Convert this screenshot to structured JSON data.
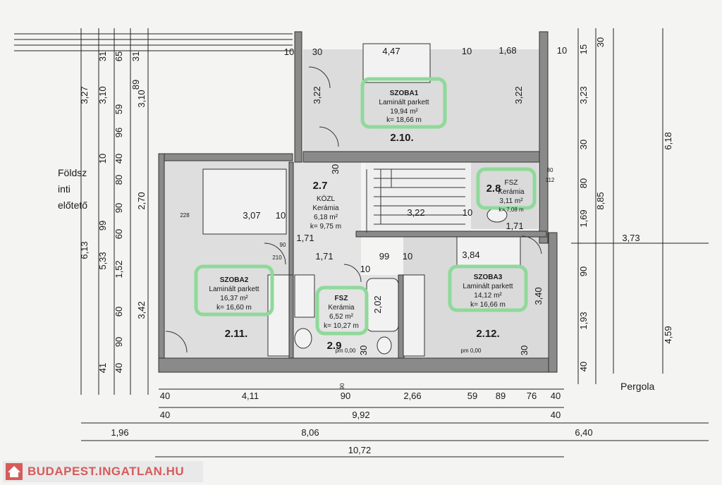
{
  "colors": {
    "highlight": "#8fd99a",
    "wall": "#555555",
    "floor": "#dcdcdc",
    "line": "#222222",
    "watermark": "#d85a5a"
  },
  "rooms": {
    "szoba1": {
      "name": "SZOBA1",
      "floor": "Laminált parkett",
      "area": "19,94 m²",
      "perimeter": "k= 18,66 m",
      "number": "2.10."
    },
    "szoba2": {
      "name": "SZOBA2",
      "floor": "Laminált parkett",
      "area": "16,37 m²",
      "perimeter": "k= 16,60 m",
      "number": "2.11."
    },
    "szoba3": {
      "name": "SZOBA3",
      "floor": "Laminált parkett",
      "area": "14,12 m²",
      "perimeter": "k= 16,66 m",
      "number": "2.12."
    },
    "kozl": {
      "number": "2.7",
      "name": "KÖZL",
      "floor": "Kerámia",
      "area": "6,18 m²",
      "perimeter": "k= 9,75 m"
    },
    "fsz_small": {
      "number": "2.8",
      "name": "FSZ",
      "floor": "Kerámia",
      "area": "3,11 m²",
      "perimeter": "k= 7,08 m"
    },
    "fsz_bath": {
      "number": "2.9",
      "name": "FSZ",
      "floor": "Kerámia",
      "area": "6,52 m²",
      "perimeter": "k= 10,27 m"
    }
  },
  "side_labels": {
    "foldszint_line1": "Földsz",
    "foldszint_line2": "inti",
    "foldszint_line3": "előtető",
    "pergola": "Pergola"
  },
  "dims_bottom": {
    "row1": [
      "40",
      "4,11",
      "90",
      "2,66",
      "59",
      "89",
      "76",
      "40"
    ],
    "row2_left": "40",
    "row2_mid": "9,92",
    "row2_right": "40",
    "row3_left": "1,96",
    "row3_mid": "8,06",
    "row3_right": "6,40",
    "row4": "10,72"
  },
  "dims_left": {
    "col1": [
      "3,27",
      "6,13"
    ],
    "col2": [
      "3,10",
      "5,33"
    ],
    "col3": [
      "31",
      "10",
      "1,52",
      "41"
    ],
    "col4": [
      "65",
      "59",
      "96",
      "40",
      "80",
      "90",
      "99",
      "60",
      "60",
      "90",
      "40"
    ],
    "col5": [
      "31",
      "89",
      "3,10",
      "2,70",
      "3,42"
    ]
  },
  "dims_right": {
    "col1": [
      "15",
      "3,23",
      "30",
      "80",
      "1,69",
      "3,40"
    ],
    "col2": [
      "30",
      "8,85",
      "90",
      "1,93",
      "40"
    ],
    "col3": [
      "6,18",
      "4,59"
    ],
    "h1": "3,73"
  },
  "dims_inner": {
    "top_447": "4,47",
    "top_10a": "10",
    "top_30": "30",
    "top_10b": "10",
    "top_168": "1,68",
    "top_10c": "10",
    "szoba1_v": "3,22",
    "szoba1_v2": "3,22",
    "szoba2_307": "3,07",
    "szoba2_10": "10",
    "stair_322": "3,22",
    "stair_10": "10",
    "stair_30": "30",
    "hall_171a": "1,71",
    "hall_171b": "1,71",
    "hall_171c": "1,71",
    "hall_099": "99",
    "hall_10": "10",
    "szoba3_384": "3,84",
    "szoba3_30": "30",
    "bath_202": "2,02",
    "bath_30": "30",
    "bath_10": "10",
    "bath_90": "90",
    "door_90": "90",
    "door_210": "210",
    "door_228": "228",
    "door_80": "80",
    "door_112": "112"
  },
  "levels": {
    "szoba3": "pm 0,00",
    "bath": "pm 0,00"
  },
  "watermark": {
    "text": "BUDAPEST.INGATLAN.HU"
  }
}
